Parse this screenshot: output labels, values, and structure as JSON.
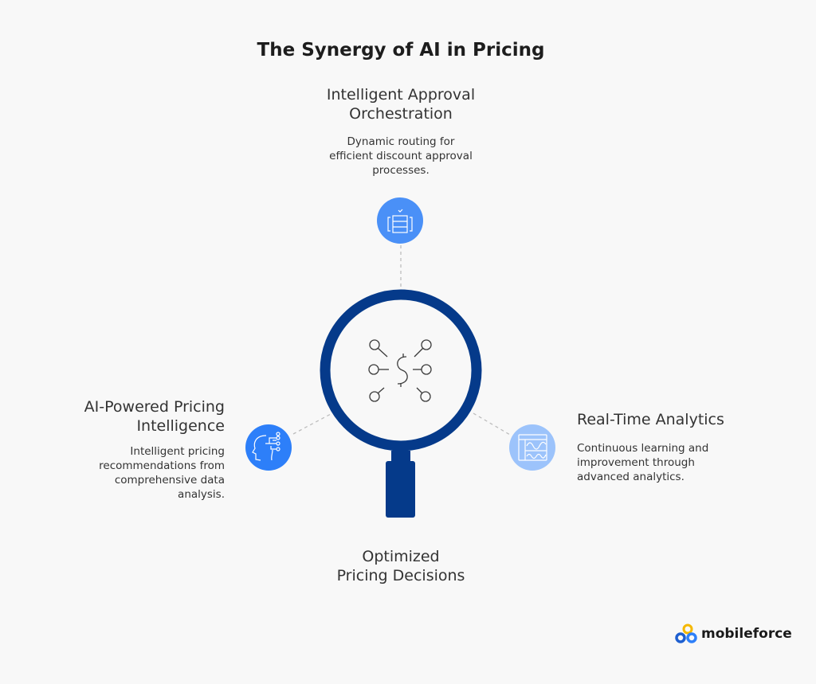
{
  "title": "The Synergy of AI in Pricing",
  "nodes": {
    "top": {
      "heading_line1": "Intelligent Approval",
      "heading_line2": "Orchestration",
      "desc": [
        "Dynamic routing for",
        "efficient discount approval",
        "processes."
      ],
      "icon": "approval-server-icon",
      "color": "#4a90f7"
    },
    "left": {
      "heading_line1": "AI-Powered Pricing",
      "heading_line2": "Intelligence",
      "desc": [
        "Intelligent pricing",
        "recommendations from",
        "comprehensive data",
        "analysis."
      ],
      "icon": "ai-head-icon",
      "color": "#2d7ff9"
    },
    "right": {
      "heading_line1": "Real-Time Analytics",
      "desc": [
        "Continuous learning and",
        "improvement through",
        "advanced analytics."
      ],
      "icon": "analytics-dashboard-icon",
      "color": "#9cc3fb"
    },
    "bottom": {
      "heading_line1": "Optimized",
      "heading_line2": "Pricing Decisions"
    }
  },
  "center": {
    "icon": "magnifier-dollar-icon",
    "color": "#053a8a"
  },
  "brand": {
    "name": "mobileforce"
  }
}
